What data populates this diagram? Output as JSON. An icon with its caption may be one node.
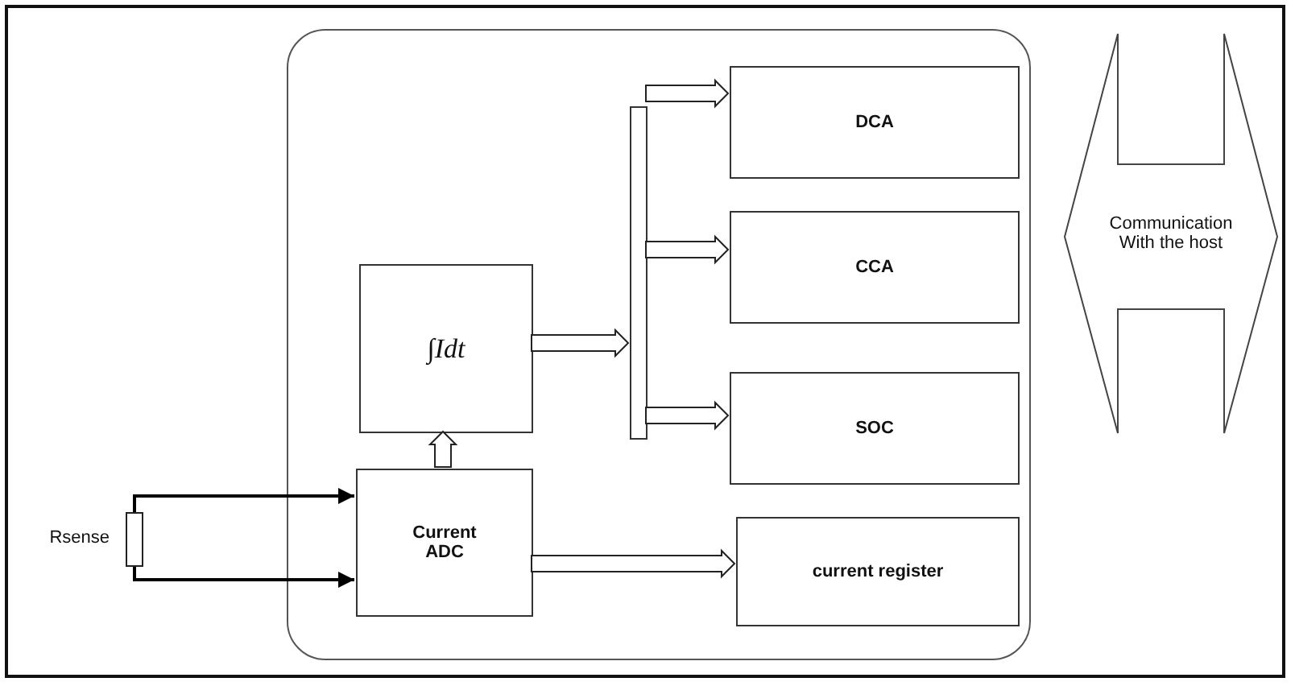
{
  "diagram": {
    "nodes": [
      {
        "text": [],
        "shape": "box"
      },
      {
        "text": [
          "∫Idt"
        ],
        "in": 0
      },
      {
        "text": [
          "Current ADC"
        ],
        "in": 0
      },
      {
        "text": [],
        "shape": "bar",
        "in": 0
      },
      {
        "text": [
          "DCA"
        ],
        "in": 0
      },
      {
        "text": [
          "CCA"
        ],
        "in": 0
      },
      {
        "text": [
          "SOC"
        ],
        "in": 0
      },
      {
        "text": [
          "current register"
        ],
        "in": 0
      },
      {
        "text": [],
        "shape": "box",
        "beside": [
          "Rsense"
        ]
      },
      {
        "text": [
          "Communication With the host"
        ]
      }
    ],
    "edges": [
      {
        "from": 8,
        "to": 2,
        "arrow": "to"
      },
      {
        "from": 8,
        "to": 2,
        "arrow": "to"
      },
      {
        "from": 2,
        "to": 1,
        "arrow": "to"
      },
      {
        "from": 1,
        "to": 3,
        "arrow": "to"
      },
      {
        "from": 3,
        "to": 4,
        "arrow": "to"
      },
      {
        "from": 3,
        "to": 5,
        "arrow": "to"
      },
      {
        "from": 3,
        "to": 6,
        "arrow": "to"
      },
      {
        "from": 2,
        "to": 7,
        "arrow": "to"
      }
    ]
  }
}
